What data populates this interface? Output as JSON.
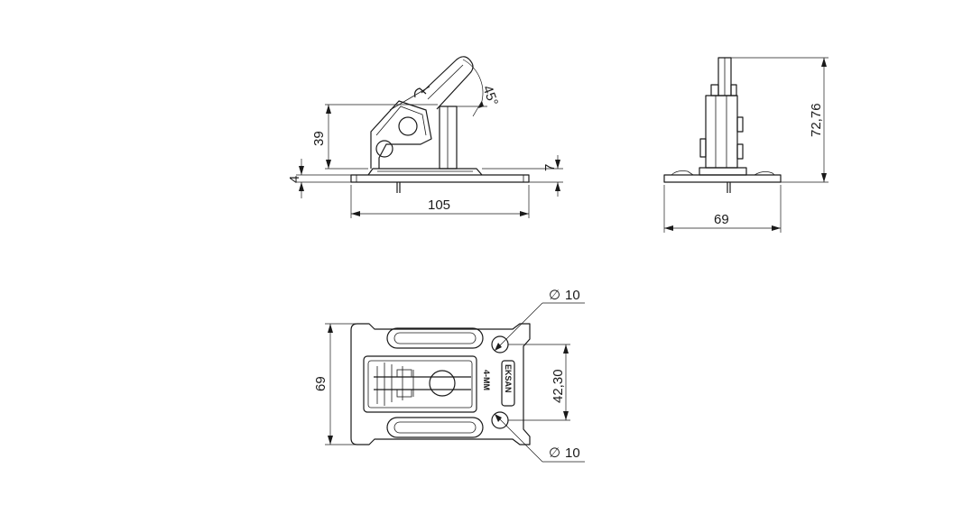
{
  "front_view": {
    "width_dim": "105",
    "height_dim": "39",
    "base_thickness_dim": "4",
    "plate_height_dim": "7",
    "angle_dim": "45°"
  },
  "side_view": {
    "width_dim": "69",
    "overall_height_dim": "72,76"
  },
  "top_view": {
    "height_dim": "69",
    "hole_spacing_dim": "42,30",
    "hole_top_symbol": "∅",
    "hole_top_dim": "10",
    "hole_bottom_symbol": "∅",
    "hole_bottom_dim": "10",
    "brand_mark": "EKSAN",
    "model_mark": "4-MM"
  }
}
